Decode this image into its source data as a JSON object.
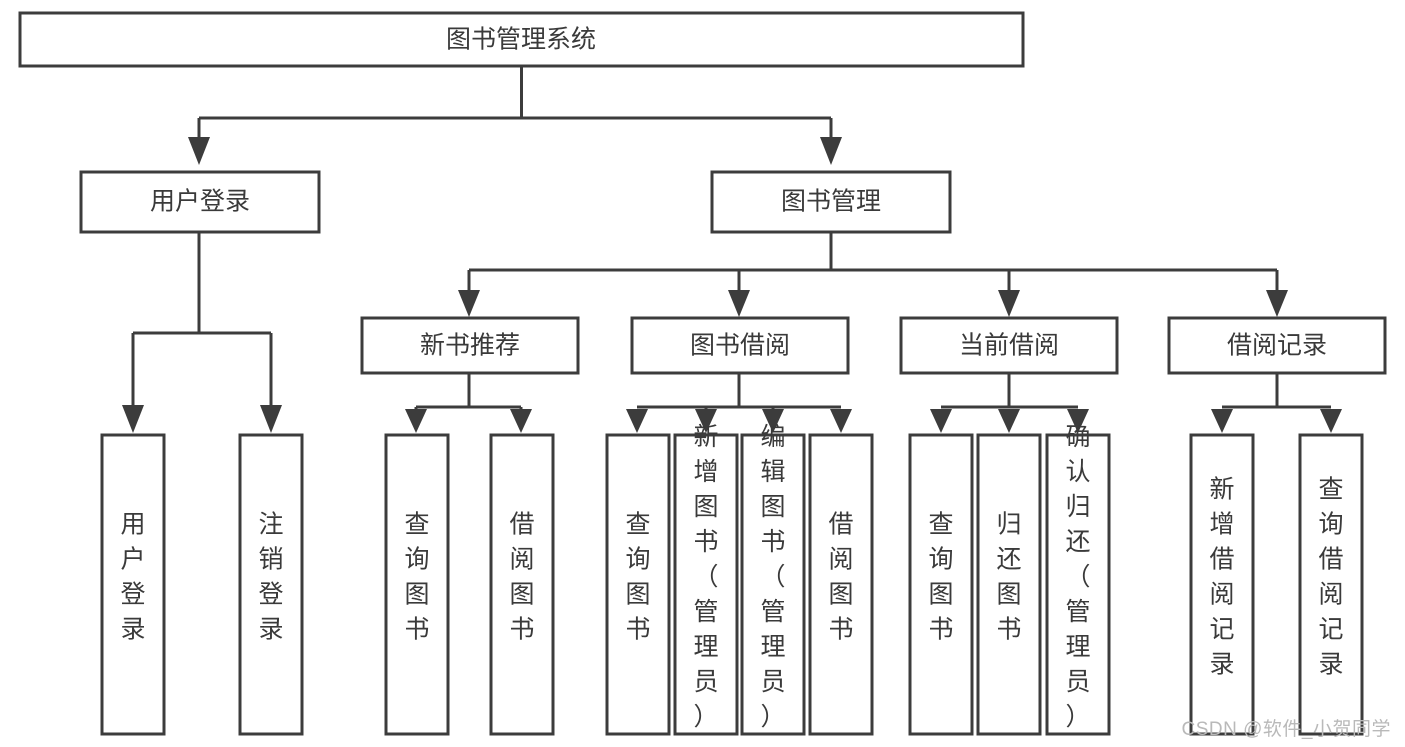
{
  "diagram": {
    "type": "tree-hierarchy-chart",
    "title": "图书管理系统",
    "watermark": "CSDN @软件_小贺同学",
    "colors": {
      "stroke": "#3c3c3c",
      "text": "#3a3a3a",
      "node_fill": "#ffffff",
      "background": "#ffffff",
      "watermark": "#b9b9b9"
    },
    "levels": {
      "root": {
        "label": "图书管理系统"
      },
      "level2": [
        {
          "label": "用户登录"
        },
        {
          "label": "图书管理"
        }
      ],
      "level3": [
        {
          "label": "新书推荐"
        },
        {
          "label": "图书借阅"
        },
        {
          "label": "当前借阅"
        },
        {
          "label": "借阅记录"
        }
      ],
      "leaves": [
        {
          "label": "用户登录",
          "parent": "用户登录"
        },
        {
          "label": "注销登录",
          "parent": "用户登录"
        },
        {
          "label": "查询图书",
          "parent": "新书推荐"
        },
        {
          "label": "借阅图书",
          "parent": "新书推荐"
        },
        {
          "label": "查询图书",
          "parent": "图书借阅"
        },
        {
          "label": "新增图书（管理员）",
          "parent": "图书借阅"
        },
        {
          "label": "编辑图书（管理员）",
          "parent": "图书借阅"
        },
        {
          "label": "借阅图书",
          "parent": "图书借阅"
        },
        {
          "label": "查询图书",
          "parent": "当前借阅"
        },
        {
          "label": "归还图书",
          "parent": "当前借阅"
        },
        {
          "label": "确认归还（管理员）",
          "parent": "当前借阅"
        },
        {
          "label": "新增借阅记录",
          "parent": "借阅记录"
        },
        {
          "label": "查询借阅记录",
          "parent": "借阅记录"
        }
      ]
    }
  }
}
